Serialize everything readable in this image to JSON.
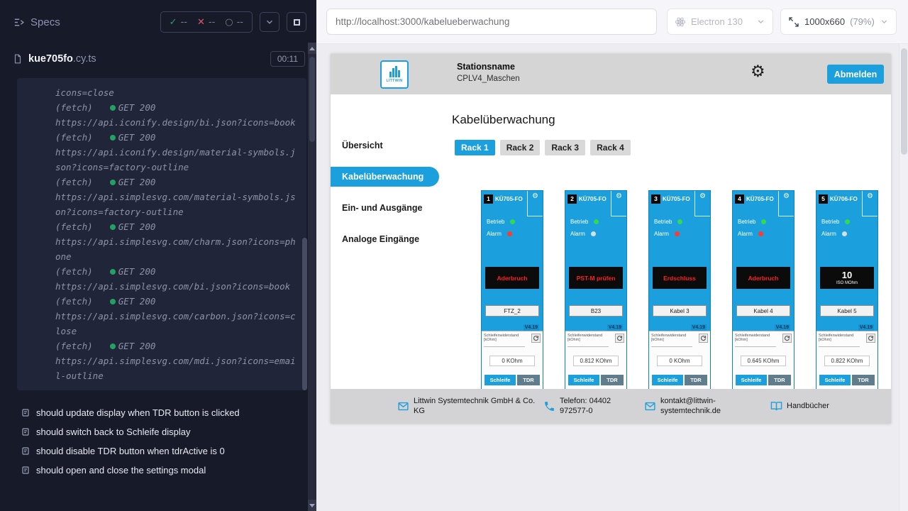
{
  "cypress": {
    "topbar": {
      "specs_label": "Specs",
      "passed": "--",
      "failed": "--",
      "pending": "--"
    },
    "spec": {
      "name": "kue705fo",
      "ext": ".cy.ts",
      "time": "00:11"
    },
    "log_tail": "icons=close",
    "fetch_label": "(fetch)",
    "fetch_status": "GET 200",
    "fetches": [
      {
        "url": "https://api.iconify.design/bi.json?icons=book"
      },
      {
        "url": "https://api.iconify.design/material-symbols.json?icons=factory-outline"
      },
      {
        "url": "https://api.simplesvg.com/material-symbols.json?icons=factory-outline"
      },
      {
        "url": "https://api.simplesvg.com/charm.json?icons=phone"
      },
      {
        "url": "https://api.simplesvg.com/bi.json?icons=book"
      },
      {
        "url": "https://api.simplesvg.com/carbon.json?icons=close"
      },
      {
        "url": "https://api.simplesvg.com/mdi.json?icons=email-outline"
      }
    ],
    "tests": [
      {
        "label": "should update display when TDR button is clicked"
      },
      {
        "label": "should switch back to Schleife display"
      },
      {
        "label": "should disable TDR button when tdrActive is 0"
      },
      {
        "label": "should open and close the settings modal"
      }
    ]
  },
  "browser": {
    "url": "http://localhost:3000/kabelueberwachung",
    "name": "Electron 130",
    "viewport": "1000x660",
    "zoom": "(79%)"
  },
  "app": {
    "header": {
      "logo": "LITTWIN",
      "station_label": "Stationsname",
      "station_name": "CPLV4_Maschen",
      "logout": "Abmelden"
    },
    "nav": {
      "items": [
        {
          "label": "Übersicht"
        },
        {
          "label": "Kabelüberwachung"
        },
        {
          "label": "Ein- und Ausgänge"
        },
        {
          "label": "Analoge Eingänge"
        }
      ]
    },
    "title": "Kabelüberwachung",
    "tabs": [
      {
        "label": "Rack 1"
      },
      {
        "label": "Rack 2"
      },
      {
        "label": "Rack 3"
      },
      {
        "label": "Rack 4"
      }
    ],
    "colors": {
      "accent": "#1b9fdd",
      "ok": "#35d94e",
      "alarm": "#ff3b30",
      "idle": "#d7dde2"
    },
    "card_labels": {
      "betrieb": "Betrieb",
      "alarm": "Alarm",
      "meas": "Schleifenwiderstand [kOhm]",
      "btn_schleife": "Schleife",
      "btn_tdr": "TDR",
      "version": "V4.19"
    },
    "cards": [
      {
        "num": "1",
        "model": "KÜ705-FO",
        "status": "Aderbruch",
        "cable": "FTZ_2",
        "value": "0 KOhm",
        "alarm_color": "#ff3b30"
      },
      {
        "num": "2",
        "model": "KÜ705-FO",
        "status": "PST-M prüfen",
        "cable": "B23",
        "value": "0.812 KOhm",
        "alarm_color": "#d7dde2"
      },
      {
        "num": "3",
        "model": "KÜ705-FO",
        "status": "Erdschluss",
        "cable": "Kabel 3",
        "value": "0 KOhm",
        "alarm_color": "#ff3b30"
      },
      {
        "num": "4",
        "model": "KÜ705-FO",
        "status": "Aderbruch",
        "cable": "Kabel 4",
        "value": "0.645 KOhm",
        "alarm_color": "#ff3b30"
      },
      {
        "num": "5",
        "model": "KÜ706-FO",
        "status_big": "10",
        "status_sub": "ISO MOhm",
        "cable": "Kabel 5",
        "value": "0.822 KOhm",
        "alarm_color": "#d7dde2"
      }
    ],
    "footer": {
      "company": "Littwin Systemtechnik GmbH & Co. KG",
      "phone": "Telefon: 04402 972577-0",
      "email": "kontakt@littwin-systemtechnik.de",
      "manuals": "Handbücher"
    }
  }
}
